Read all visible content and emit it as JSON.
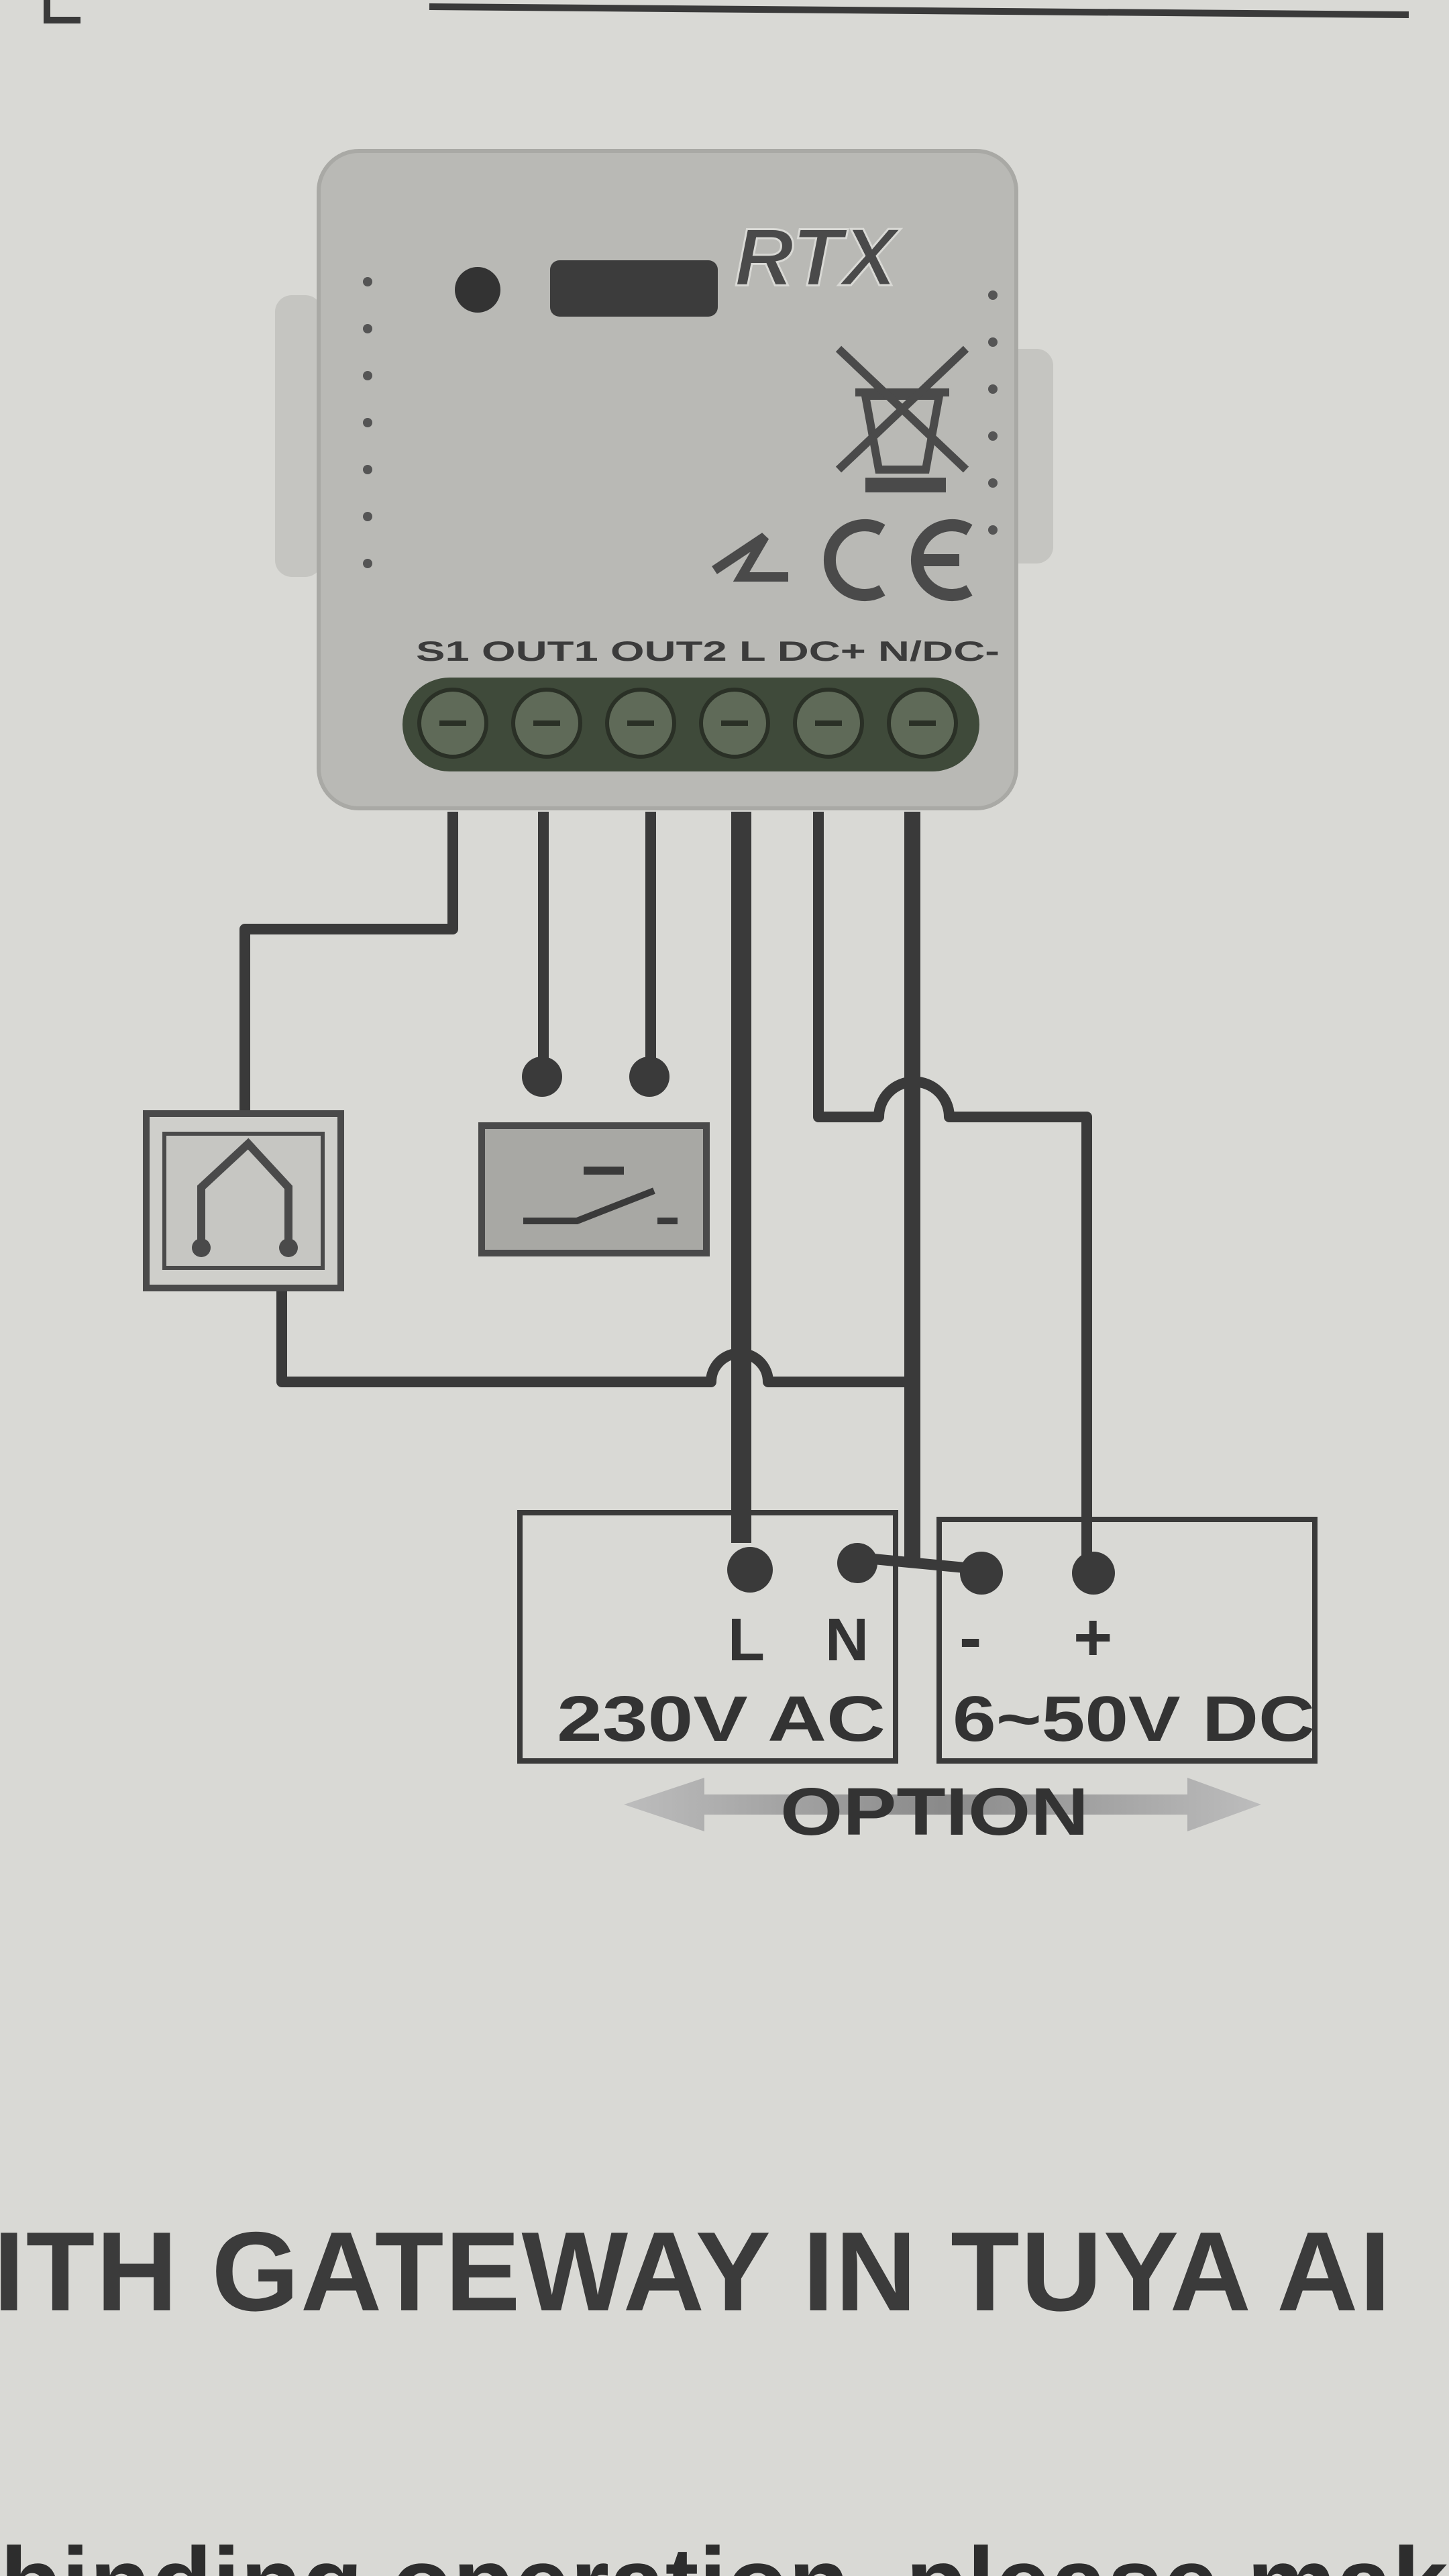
{
  "module": {
    "brand": "RTX",
    "terminal_labels": "S1 OUT1 OUT2 L DC+ N/DC-",
    "terminals": [
      "S1",
      "OUT1",
      "OUT2",
      "L",
      "DC+",
      "N/DC-"
    ]
  },
  "supply_ac": {
    "terminal_l": "L",
    "terminal_n": "N",
    "rating": "230V AC"
  },
  "supply_dc": {
    "terminal_minus": "-",
    "terminal_plus": "+",
    "rating": "6~50V DC"
  },
  "option_label": "OPTION",
  "heading_fragment": "ITH GATEWAY IN TUYA AI",
  "body_fragment": "binding operation, please mak",
  "colors": {
    "paper": "#d9d9d5",
    "module": "#b9b9b5",
    "wire": "#3a3a3a",
    "terminal_block": "#3f4a3a"
  }
}
